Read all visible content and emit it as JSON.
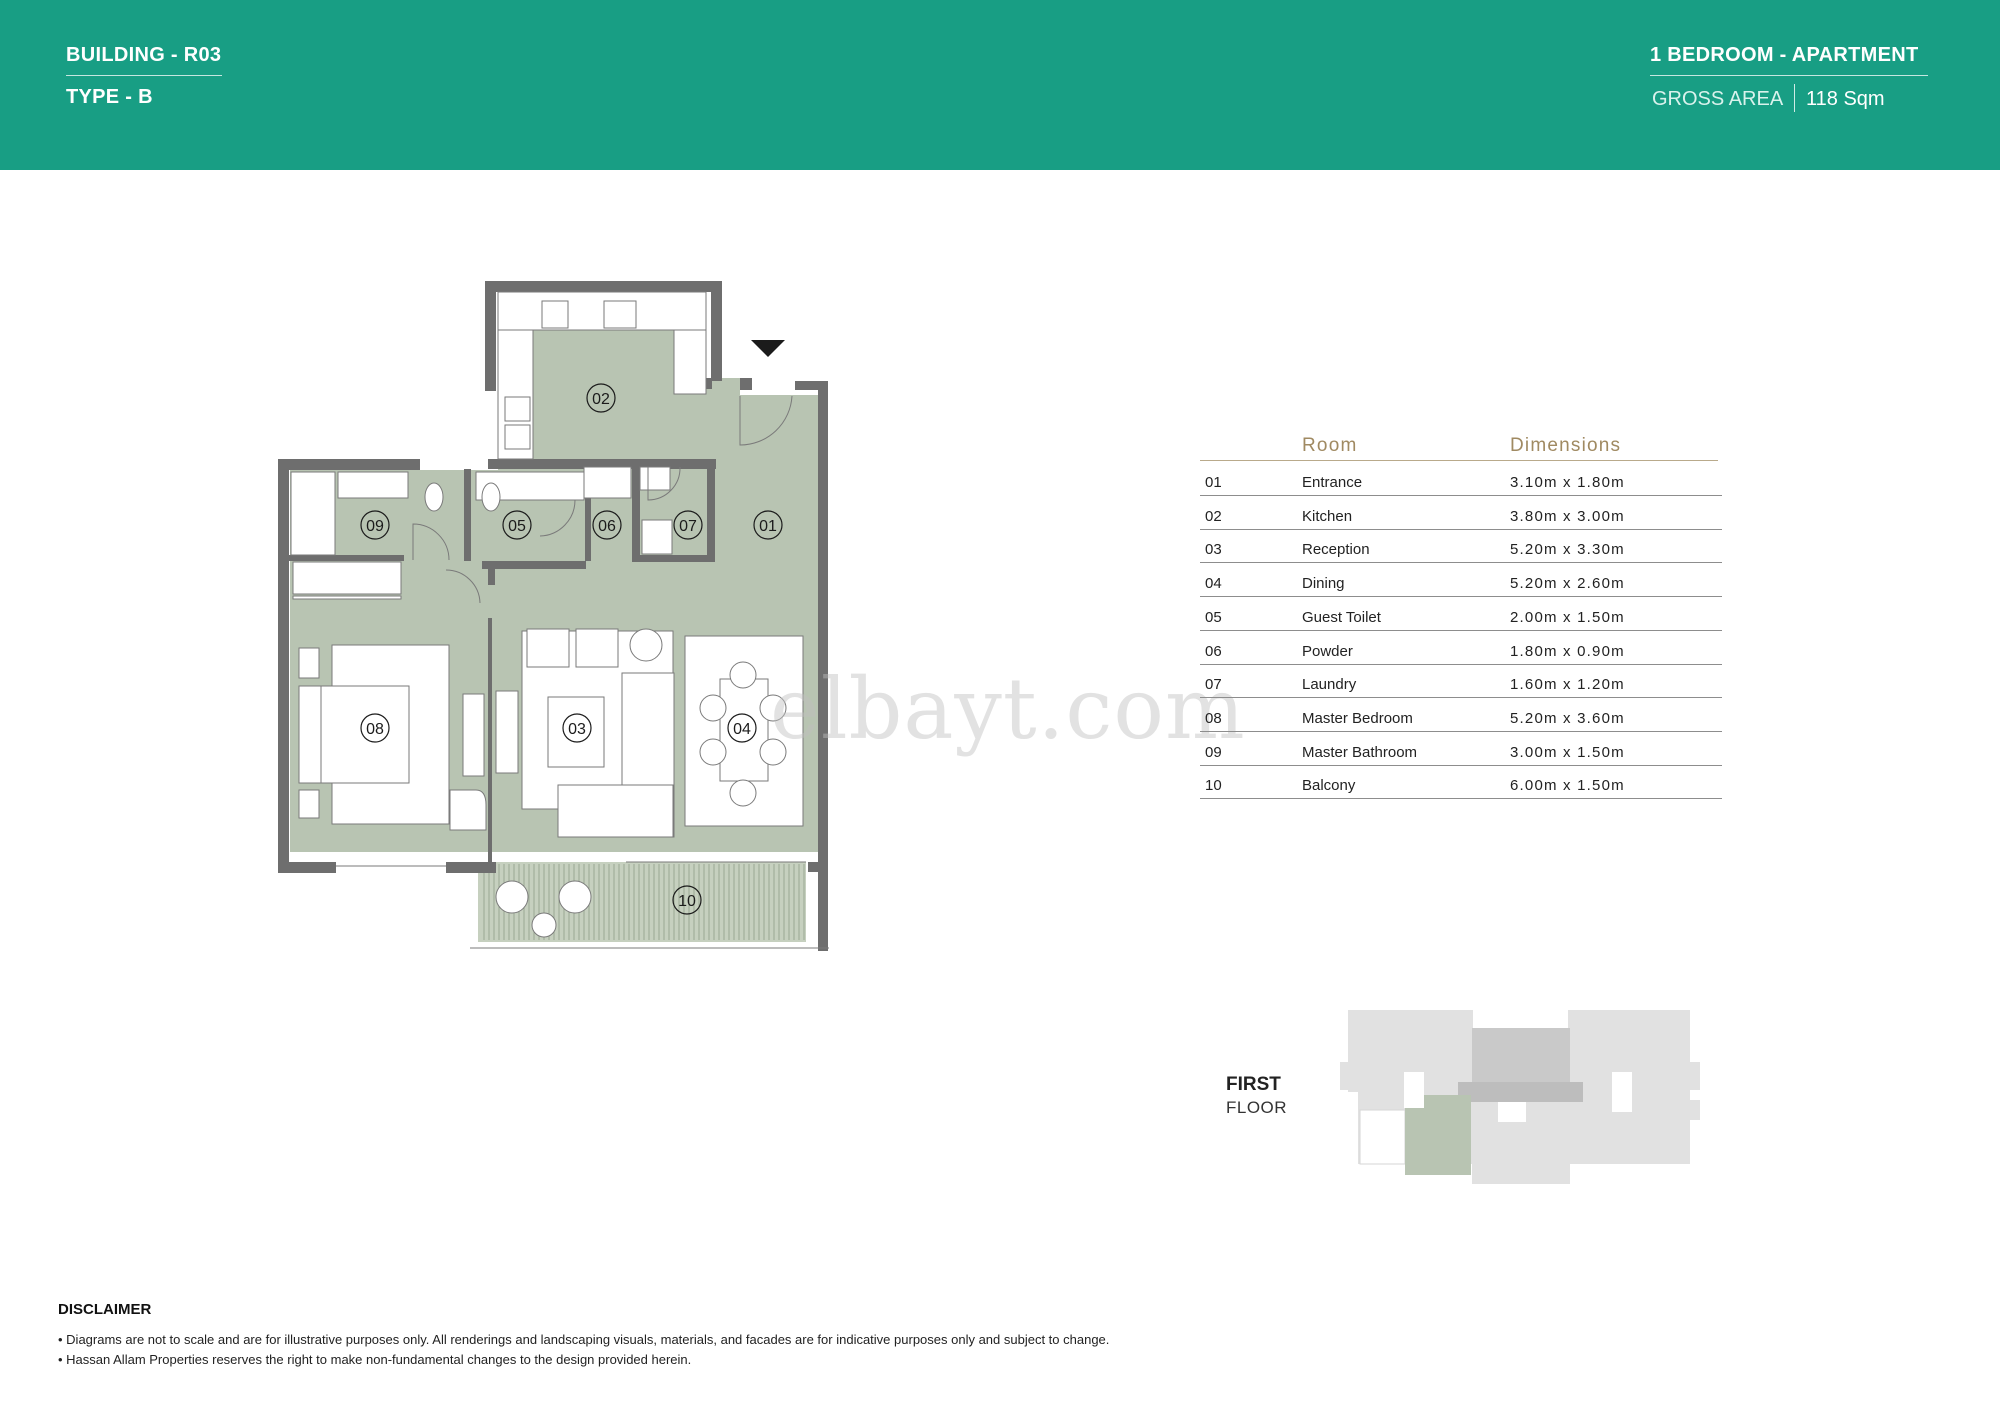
{
  "header": {
    "building": "BUILDING - R03",
    "type": "TYPE - B",
    "apartment": "1 BEDROOM - APARTMENT",
    "gross_area_label": "GROSS AREA",
    "gross_area_value": "118 Sqm"
  },
  "plan_labels": [
    "01",
    "02",
    "03",
    "04",
    "05",
    "06",
    "07",
    "08",
    "09",
    "10"
  ],
  "table": {
    "header_room": "Room",
    "header_dimensions": "Dimensions",
    "rows": [
      {
        "num": "01",
        "name": "Entrance",
        "dim": "3.10m x 1.80m"
      },
      {
        "num": "02",
        "name": "Kitchen",
        "dim": "3.80m x 3.00m"
      },
      {
        "num": "03",
        "name": "Reception",
        "dim": "5.20m x 3.30m"
      },
      {
        "num": "04",
        "name": "Dining",
        "dim": "5.20m x 2.60m"
      },
      {
        "num": "05",
        "name": "Guest Toilet",
        "dim": "2.00m x 1.50m"
      },
      {
        "num": "06",
        "name": "Powder",
        "dim": "1.80m x 0.90m"
      },
      {
        "num": "07",
        "name": "Laundry",
        "dim": "1.60m x 1.20m"
      },
      {
        "num": "08",
        "name": "Master Bedroom",
        "dim": "5.20m x 3.60m"
      },
      {
        "num": "09",
        "name": "Master Bathroom",
        "dim": "3.00m x 1.50m"
      },
      {
        "num": "10",
        "name": "Balcony",
        "dim": "6.00m x 1.50m"
      }
    ]
  },
  "watermark": "elbayt.com",
  "floor": {
    "line1": "FIRST",
    "line2": "FLOOR"
  },
  "disclaimer": {
    "title": "DISCLAIMER",
    "line1": "• Diagrams are not to scale and are for illustrative purposes only. All renderings and landscaping visuals, materials, and facades are for indicative purposes only and subject to change.",
    "line2": "• Hassan Allam Properties reserves the right to make non-fundamental changes to the design provided herein."
  },
  "colors": {
    "header": "#189e84",
    "floor_fill": "#b8c4b2",
    "wall": "#6e6e6e",
    "keyplan_highlight": "#b8c4b2"
  }
}
